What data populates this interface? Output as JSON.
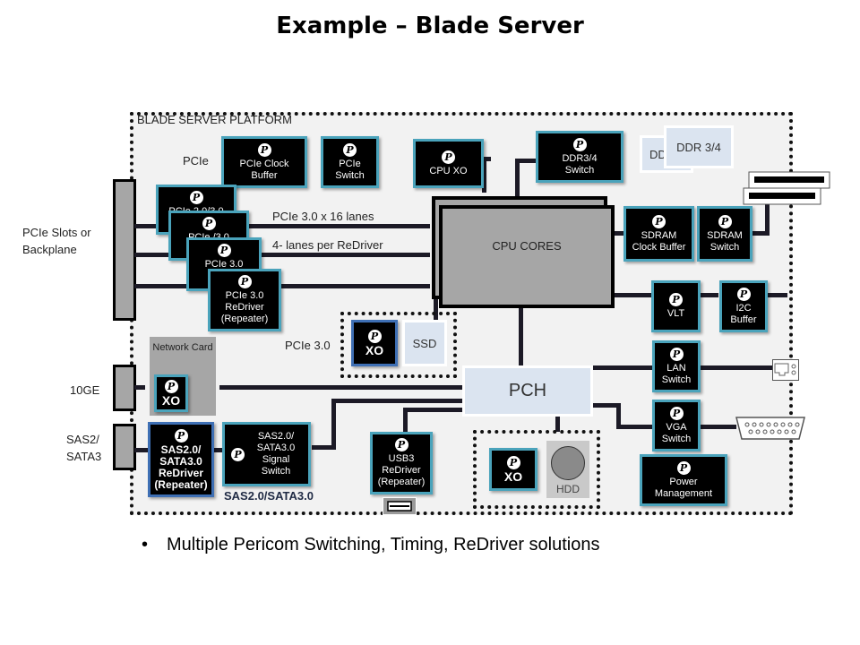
{
  "title": "Example – Blade Server",
  "platform_label": "BLADE SERVER PLATFORM",
  "external_labels": {
    "pcie_slots": "PCIe Slots or Backplane",
    "tenge": "10GE",
    "sas": "SAS2/ SATA3"
  },
  "labels": {
    "pcie": "PCIe",
    "pcie_x16": "PCIe 3.0 x 16 lanes",
    "lanes_per_redriver": "4- lanes per ReDriver",
    "pcie30": "PCIe 3.0",
    "sas_group": "SAS2.0/SATA3.0"
  },
  "logo_glyph": "P",
  "chips": {
    "pcie_clock_buffer": "PCIe Clock Buffer",
    "pcie_switch": "PCIe Switch",
    "cpu_xo": "CPU XO",
    "ddr_switch": "DDR3/4 Switch",
    "redriver1": "PCIe 2.0/3.0",
    "redriver2": "PCIe /3.0",
    "redriver3": "PCIe 3.0 R",
    "redriver4": "PCIe 3.0 ReDriver (Repeater)",
    "sdram_clock_buffer": "SDRAM Clock Buffer",
    "sdram_switch": "SDRAM Switch",
    "vlt": "VLT",
    "i2c_buffer": "I2C Buffer",
    "ssd_xo": "XO",
    "nic_xo": "XO",
    "lan_switch": "LAN Switch",
    "vga_switch": "VGA Switch",
    "sas_redriver": "SAS2.0/ SATA3.0 ReDriver (Repeater)",
    "sas_switch": "SAS2.0/ SATA3.0 Signal Switch",
    "usb3_redriver": "USB3 ReDriver (Repeater)",
    "hdd_xo": "XO",
    "power_management": "Power Management"
  },
  "blocks": {
    "cpu_cores": "CPU CORES",
    "pch": "PCH",
    "ssd": "SSD",
    "hdd": "HDD",
    "network_card": "Network Card",
    "ddr_back": "DDR",
    "ddr_front": "DDR 3/4"
  },
  "bullets": [
    "Multiple Pericom Switching, Timing, ReDriver  solutions"
  ]
}
